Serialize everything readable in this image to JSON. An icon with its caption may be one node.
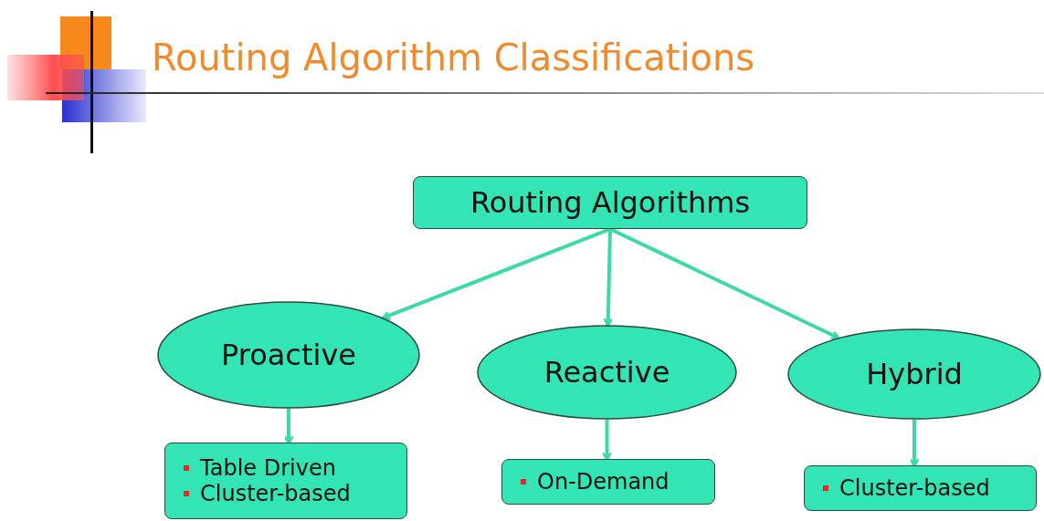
{
  "diagram": {
    "title": "Routing Algorithm Classifications",
    "nodes": [
      {
        "text": [
          "Routing Algorithms"
        ]
      },
      {
        "text": [
          "Proactive"
        ]
      },
      {
        "text": [
          "Reactive"
        ]
      },
      {
        "text": [
          "Hybrid"
        ]
      },
      {
        "text": [
          "Table Driven",
          "Cluster-based"
        ]
      },
      {
        "text": [
          "On-Demand"
        ]
      },
      {
        "text": [
          "Cluster-based"
        ]
      }
    ],
    "edges": [
      {
        "from": 0,
        "to": 1,
        "arrow": "to"
      },
      {
        "from": 0,
        "to": 2,
        "arrow": "to"
      },
      {
        "from": 0,
        "to": 3,
        "arrow": "to"
      },
      {
        "from": 1,
        "to": 4,
        "arrow": "to"
      },
      {
        "from": 2,
        "to": 5,
        "arrow": "to"
      },
      {
        "from": 3,
        "to": 6,
        "arrow": "to"
      }
    ]
  }
}
